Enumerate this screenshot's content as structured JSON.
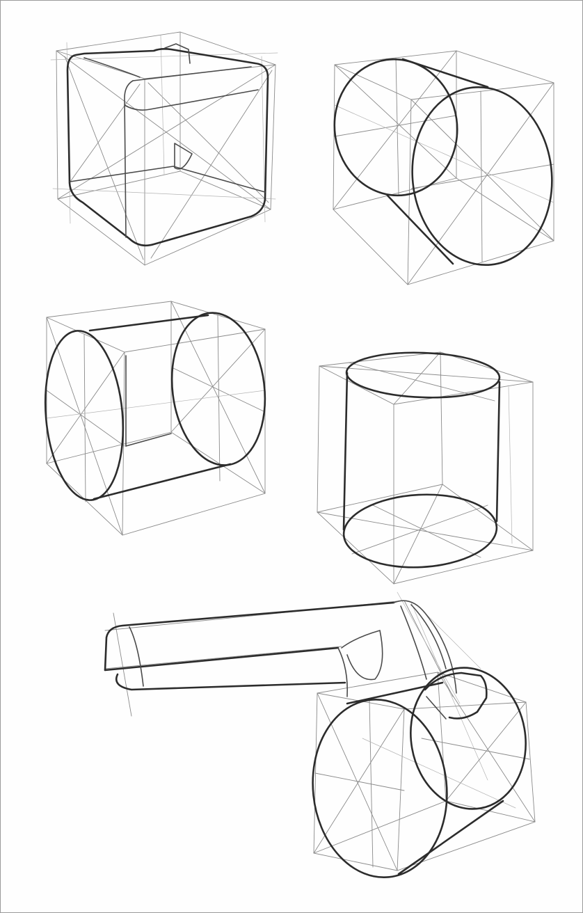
{
  "image": {
    "kind": "pencil construction sketch",
    "colors": {
      "paper": "#fefefe",
      "border": "#9a9a9a",
      "guide_line": "#8a8a8a",
      "contour_line": "#2c2c2c"
    },
    "figures": [
      {
        "id": "rounded-cube",
        "shape": "cube with rounded edges inside a construction box"
      },
      {
        "id": "horizontal-cylinder-right",
        "shape": "cylinder lying on its side inside a construction box"
      },
      {
        "id": "horizontal-cylinder-left",
        "shape": "cylinder lying on its side, ends shown as ellipses"
      },
      {
        "id": "vertical-cylinder",
        "shape": "upright cylinder inside a construction box"
      },
      {
        "id": "cylinder-with-handle",
        "shape": "cylinder with an attached rectangular bar / handle"
      }
    ]
  }
}
